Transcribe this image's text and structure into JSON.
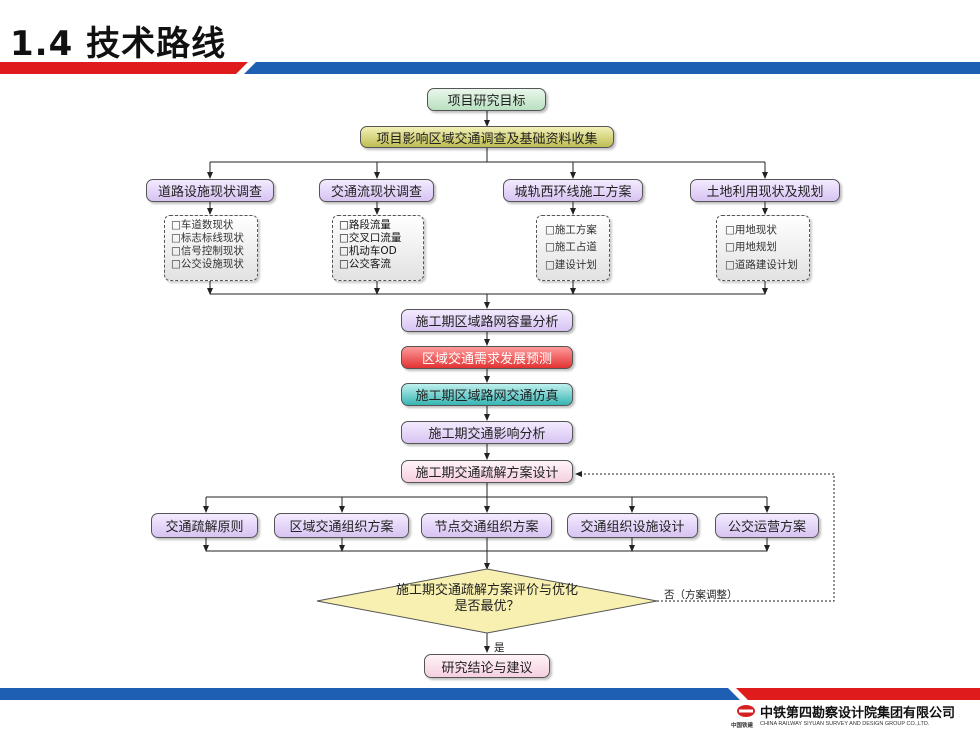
{
  "page": {
    "title": "1.4 技术路线"
  },
  "colors": {
    "band_red": "#e01b1b",
    "band_blue": "#1f5fb3"
  },
  "flow": {
    "goal": "项目研究目标",
    "survey": "项目影响区域交通调查及基础资料收集",
    "branches": [
      {
        "label": "道路设施现状调查",
        "items": [
          "□车道数现状",
          "□标志标线现状",
          "□信号控制现状",
          "□公交设施现状"
        ]
      },
      {
        "label": "交通流现状调查",
        "items": [
          "□路段流量",
          "□交叉口流量",
          "□机动车OD",
          "□公交客流"
        ]
      },
      {
        "label": "城轨西环线施工方案",
        "items": [
          "□施工方案",
          "□施工占道",
          "□建设计划"
        ]
      },
      {
        "label": "土地利用现状及规划",
        "items": [
          "□用地现状",
          "□用地规划",
          "□道路建设计划"
        ]
      }
    ],
    "capacity": "施工期区域路网容量分析",
    "demand": "区域交通需求发展预测",
    "simulation": "施工期区域路网交通仿真",
    "impact": "施工期交通影响分析",
    "design": "施工期交通疏解方案设计",
    "measures": [
      "交通疏解原则",
      "区域交通组织方案",
      "节点交通组织方案",
      "交通组织设施设计",
      "公交运营方案"
    ],
    "decision": {
      "line1": "施工期交通疏解方案评价与优化",
      "line2": "是否最优？"
    },
    "no_label": "否（方案调整）",
    "yes_label": "是",
    "conclusion": "研究结论与建议"
  },
  "footer": {
    "company": "中铁第四勘察设计院集团有限公司",
    "prefix": "中国铁建",
    "company_en": "CHINA RAILWAY SIYUAN SURVEY AND DESIGN GROUP CO.,LTD."
  }
}
